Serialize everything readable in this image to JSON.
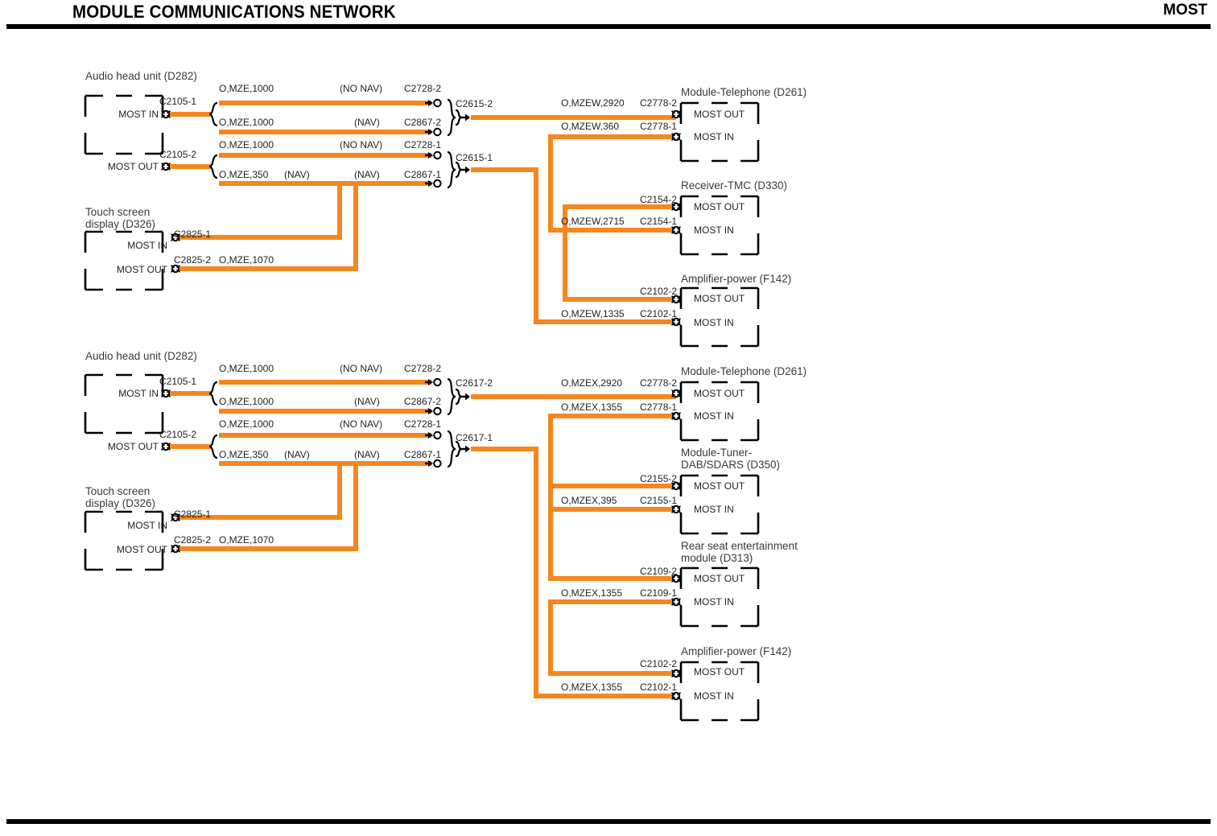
{
  "header": {
    "title": "MODULE COMMUNICATIONS NETWORK",
    "right_label": "MOST"
  },
  "labels": {
    "most_in": "MOST IN",
    "most_out": "MOST OUT",
    "nav": "(NAV)",
    "no_nav": "(NO NAV)"
  },
  "diagrams": [
    {
      "id": "top",
      "left_modules": [
        {
          "name": "audio-head-unit",
          "title": "Audio head unit (D282)",
          "pins": [
            {
              "pin": "MOST IN",
              "connector": "C2105-1"
            },
            {
              "pin": "MOST OUT",
              "connector": "C2105-2"
            }
          ]
        },
        {
          "name": "touch-screen-display",
          "title_line1": "Touch screen",
          "title_line2": "display (D326)",
          "pins": [
            {
              "pin": "MOST IN",
              "connector": "C2825-1",
              "wire": ""
            },
            {
              "pin": "MOST OUT",
              "connector": "C2825-2",
              "wire": "O,MZE,1070"
            }
          ]
        }
      ],
      "branches": [
        {
          "wire": "O,MZE,1000",
          "nav": "(NO NAV)",
          "connector": "C2728-2"
        },
        {
          "wire": "O,MZE,1000",
          "nav": "(NAV)",
          "connector": "C2867-2"
        },
        {
          "wire": "O,MZE,1000",
          "nav": "(NO NAV)",
          "connector": "C2728-1"
        },
        {
          "wire": "O,MZE,350",
          "nav2": "(NAV)",
          "nav": "(NAV)",
          "connector": "C2867-1"
        }
      ],
      "junctions": [
        {
          "connector": "C2615-2"
        },
        {
          "connector": "C2615-1"
        }
      ],
      "right_modules": [
        {
          "name": "module-telephone",
          "title": "Module-Telephone (D261)",
          "pins": [
            {
              "pin": "MOST OUT",
              "connector": "C2778-2",
              "wire": "O,MZEW,2920"
            },
            {
              "pin": "MOST IN",
              "connector": "C2778-1",
              "wire": "O,MZEW,360"
            }
          ]
        },
        {
          "name": "receiver-tmc",
          "title": "Receiver-TMC (D330)",
          "pins": [
            {
              "pin": "MOST OUT",
              "connector": "C2154-2",
              "wire": ""
            },
            {
              "pin": "MOST IN",
              "connector": "C2154-1",
              "wire": "O,MZEW,2715"
            }
          ]
        },
        {
          "name": "amplifier-power",
          "title": "Amplifier-power (F142)",
          "pins": [
            {
              "pin": "MOST OUT",
              "connector": "C2102-2",
              "wire": ""
            },
            {
              "pin": "MOST IN",
              "connector": "C2102-1",
              "wire": "O,MZEW,1335"
            }
          ]
        }
      ]
    },
    {
      "id": "bottom",
      "left_modules": [
        {
          "name": "audio-head-unit",
          "title": "Audio head unit (D282)",
          "pins": [
            {
              "pin": "MOST IN",
              "connector": "C2105-1"
            },
            {
              "pin": "MOST OUT",
              "connector": "C2105-2"
            }
          ]
        },
        {
          "name": "touch-screen-display",
          "title_line1": "Touch screen",
          "title_line2": "display (D326)",
          "pins": [
            {
              "pin": "MOST IN",
              "connector": "C2825-1",
              "wire": ""
            },
            {
              "pin": "MOST OUT",
              "connector": "C2825-2",
              "wire": "O,MZE,1070"
            }
          ]
        }
      ],
      "branches": [
        {
          "wire": "O,MZE,1000",
          "nav": "(NO NAV)",
          "connector": "C2728-2"
        },
        {
          "wire": "O,MZE,1000",
          "nav": "(NAV)",
          "connector": "C2867-2"
        },
        {
          "wire": "O,MZE,1000",
          "nav": "(NO NAV)",
          "connector": "C2728-1"
        },
        {
          "wire": "O,MZE,350",
          "nav2": "(NAV)",
          "nav": "(NAV)",
          "connector": "C2867-1"
        }
      ],
      "junctions": [
        {
          "connector": "C2617-2"
        },
        {
          "connector": "C2617-1"
        }
      ],
      "right_modules": [
        {
          "name": "module-telephone",
          "title": "Module-Telephone (D261)",
          "pins": [
            {
              "pin": "MOST OUT",
              "connector": "C2778-2",
              "wire": "O,MZEX,2920"
            },
            {
              "pin": "MOST IN",
              "connector": "C2778-1",
              "wire": "O,MZEX,1355"
            }
          ]
        },
        {
          "name": "module-tuner-dab-sdars",
          "title_line1": "Module-Tuner-",
          "title_line2": "DAB/SDARS (D350)",
          "pins": [
            {
              "pin": "MOST OUT",
              "connector": "C2155-2",
              "wire": ""
            },
            {
              "pin": "MOST IN",
              "connector": "C2155-1",
              "wire": "O,MZEX,395"
            }
          ]
        },
        {
          "name": "rear-seat-entertainment-module",
          "title_line1": "Rear seat entertainment",
          "title_line2": "module (D313)",
          "pins": [
            {
              "pin": "MOST OUT",
              "connector": "C2109-2",
              "wire": ""
            },
            {
              "pin": "MOST IN",
              "connector": "C2109-1",
              "wire": "O,MZEX,1355"
            }
          ]
        },
        {
          "name": "amplifier-power",
          "title": "Amplifier-power (F142)",
          "pins": [
            {
              "pin": "MOST OUT",
              "connector": "C2102-2",
              "wire": ""
            },
            {
              "pin": "MOST IN",
              "connector": "C2102-1",
              "wire": "O,MZEX,1355"
            }
          ]
        }
      ]
    }
  ],
  "colors": {
    "wire_orange": "#F5871F",
    "ink": "#231f20",
    "module_label": "#3a3a3a",
    "rule": "#000000"
  }
}
